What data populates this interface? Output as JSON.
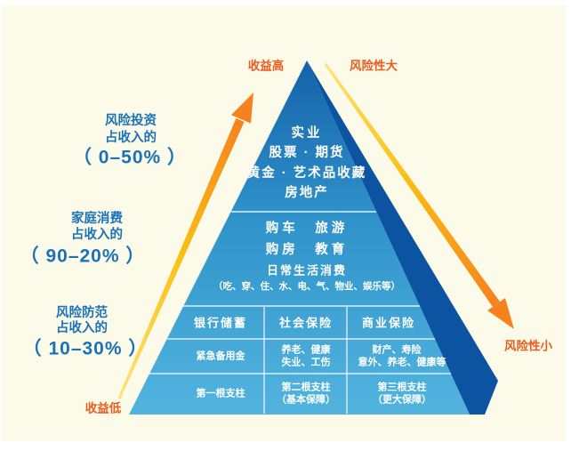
{
  "colors": {
    "background": "#fcfbe9",
    "pyramid_top": "#1462a9",
    "pyramid_mid": "#2f93ca",
    "pyramid_bottom": "#52b4de",
    "pyramid_side": "#0c54a1",
    "arrow_yellow": "#ffe27a",
    "arrow_gold": "#fbc113",
    "arrow_orange": "#f5821e",
    "label_orange": "#eb5b1e",
    "label_blue": "#1b72b8",
    "divider_white": "#ffffff"
  },
  "corner_labels": {
    "top_left": "收益高",
    "top_right": "风险性大",
    "bottom_right": "风险性小",
    "bottom_left": "收益低"
  },
  "side_notes": [
    {
      "line1": "风险投资",
      "line2": "占收入的",
      "range": "（ 0–50% ）"
    },
    {
      "line1": "家庭消费",
      "line2": "占收入的",
      "range": "（ 90–20% ）"
    },
    {
      "line1": "风险防范",
      "line2": "占收入的",
      "range": "（ 10–30% ）"
    }
  ],
  "pyramid": {
    "tier1": {
      "rows": [
        "实业",
        "股票 · 期货",
        "黄金 · 艺术品收藏",
        "房地产"
      ]
    },
    "tier2": {
      "rows": [
        "购车　旅游",
        "购房　教育",
        "日常生活消费",
        "（吃、穿、住、水、电、气、物业、娱乐等）"
      ]
    },
    "tier3": {
      "columns": [
        {
          "header": "银行储蓄",
          "mid": [
            "紧急备用金"
          ],
          "base": [
            "第一根支柱"
          ]
        },
        {
          "header": "社会保险",
          "mid": [
            "养老、健康",
            "失业、工伤"
          ],
          "base": [
            "第二根支柱",
            "（基本保障）"
          ]
        },
        {
          "header": "商业保险",
          "mid": [
            "财产、寿险",
            "意外、养老、健康等"
          ],
          "base": [
            "第三根支柱",
            "（更大保障）"
          ]
        }
      ]
    }
  }
}
